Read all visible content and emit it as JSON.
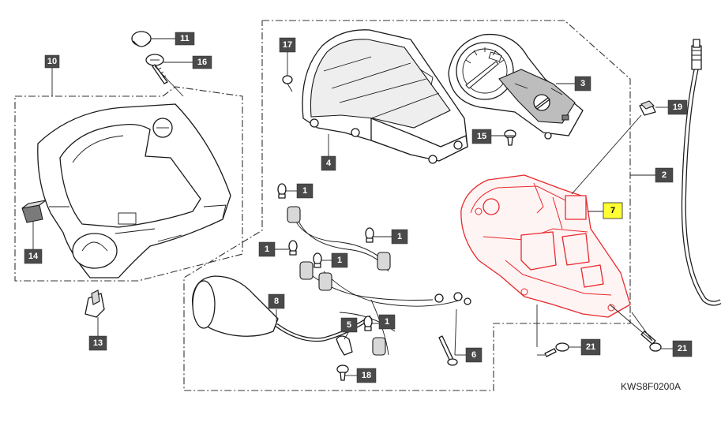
{
  "diagram": {
    "reference_code": "KWS8F0200A",
    "highlight_color": "#ffff33",
    "highlight_part_color": "#e8282c",
    "callouts": [
      {
        "id": "c10",
        "label": "10"
      },
      {
        "id": "c11",
        "label": "11"
      },
      {
        "id": "c16",
        "label": "16"
      },
      {
        "id": "c14",
        "label": "14"
      },
      {
        "id": "c13",
        "label": "13"
      },
      {
        "id": "c17",
        "label": "17"
      },
      {
        "id": "c4",
        "label": "4"
      },
      {
        "id": "c3",
        "label": "3"
      },
      {
        "id": "c15",
        "label": "15"
      },
      {
        "id": "c19",
        "label": "19"
      },
      {
        "id": "c2",
        "label": "2"
      },
      {
        "id": "c7",
        "label": "7"
      },
      {
        "id": "c1a",
        "label": "1"
      },
      {
        "id": "c1b",
        "label": "1"
      },
      {
        "id": "c1c",
        "label": "1"
      },
      {
        "id": "c1d",
        "label": "1"
      },
      {
        "id": "c1e",
        "label": "1"
      },
      {
        "id": "c8",
        "label": "8"
      },
      {
        "id": "c5",
        "label": "5"
      },
      {
        "id": "c18",
        "label": "18"
      },
      {
        "id": "c6",
        "label": "6"
      },
      {
        "id": "c21a",
        "label": "21"
      },
      {
        "id": "c21b",
        "label": "21"
      }
    ]
  }
}
